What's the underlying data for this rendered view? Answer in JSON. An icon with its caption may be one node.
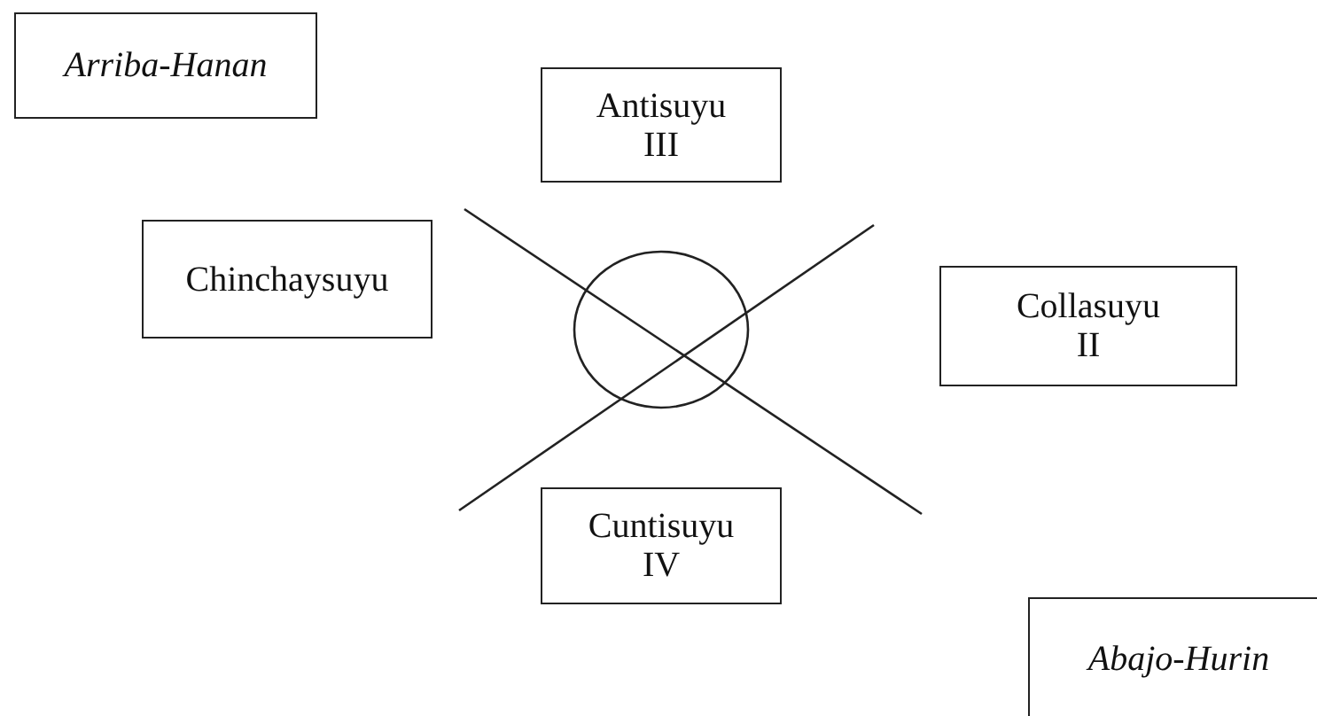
{
  "diagram": {
    "nodes": [
      {
        "text": [
          "Arriba-Hanan"
        ]
      },
      {
        "text": [
          "Antisuyu",
          "III"
        ]
      },
      {
        "text": [
          "Chinchaysuyu"
        ]
      },
      {
        "text": [],
        "shape": "circle"
      },
      {
        "text": [
          "Collasuyu",
          "II"
        ]
      },
      {
        "text": [
          "Cuntisuyu",
          "IV"
        ]
      },
      {
        "text": [
          "Abajo-Hurin"
        ]
      }
    ],
    "edges": []
  }
}
